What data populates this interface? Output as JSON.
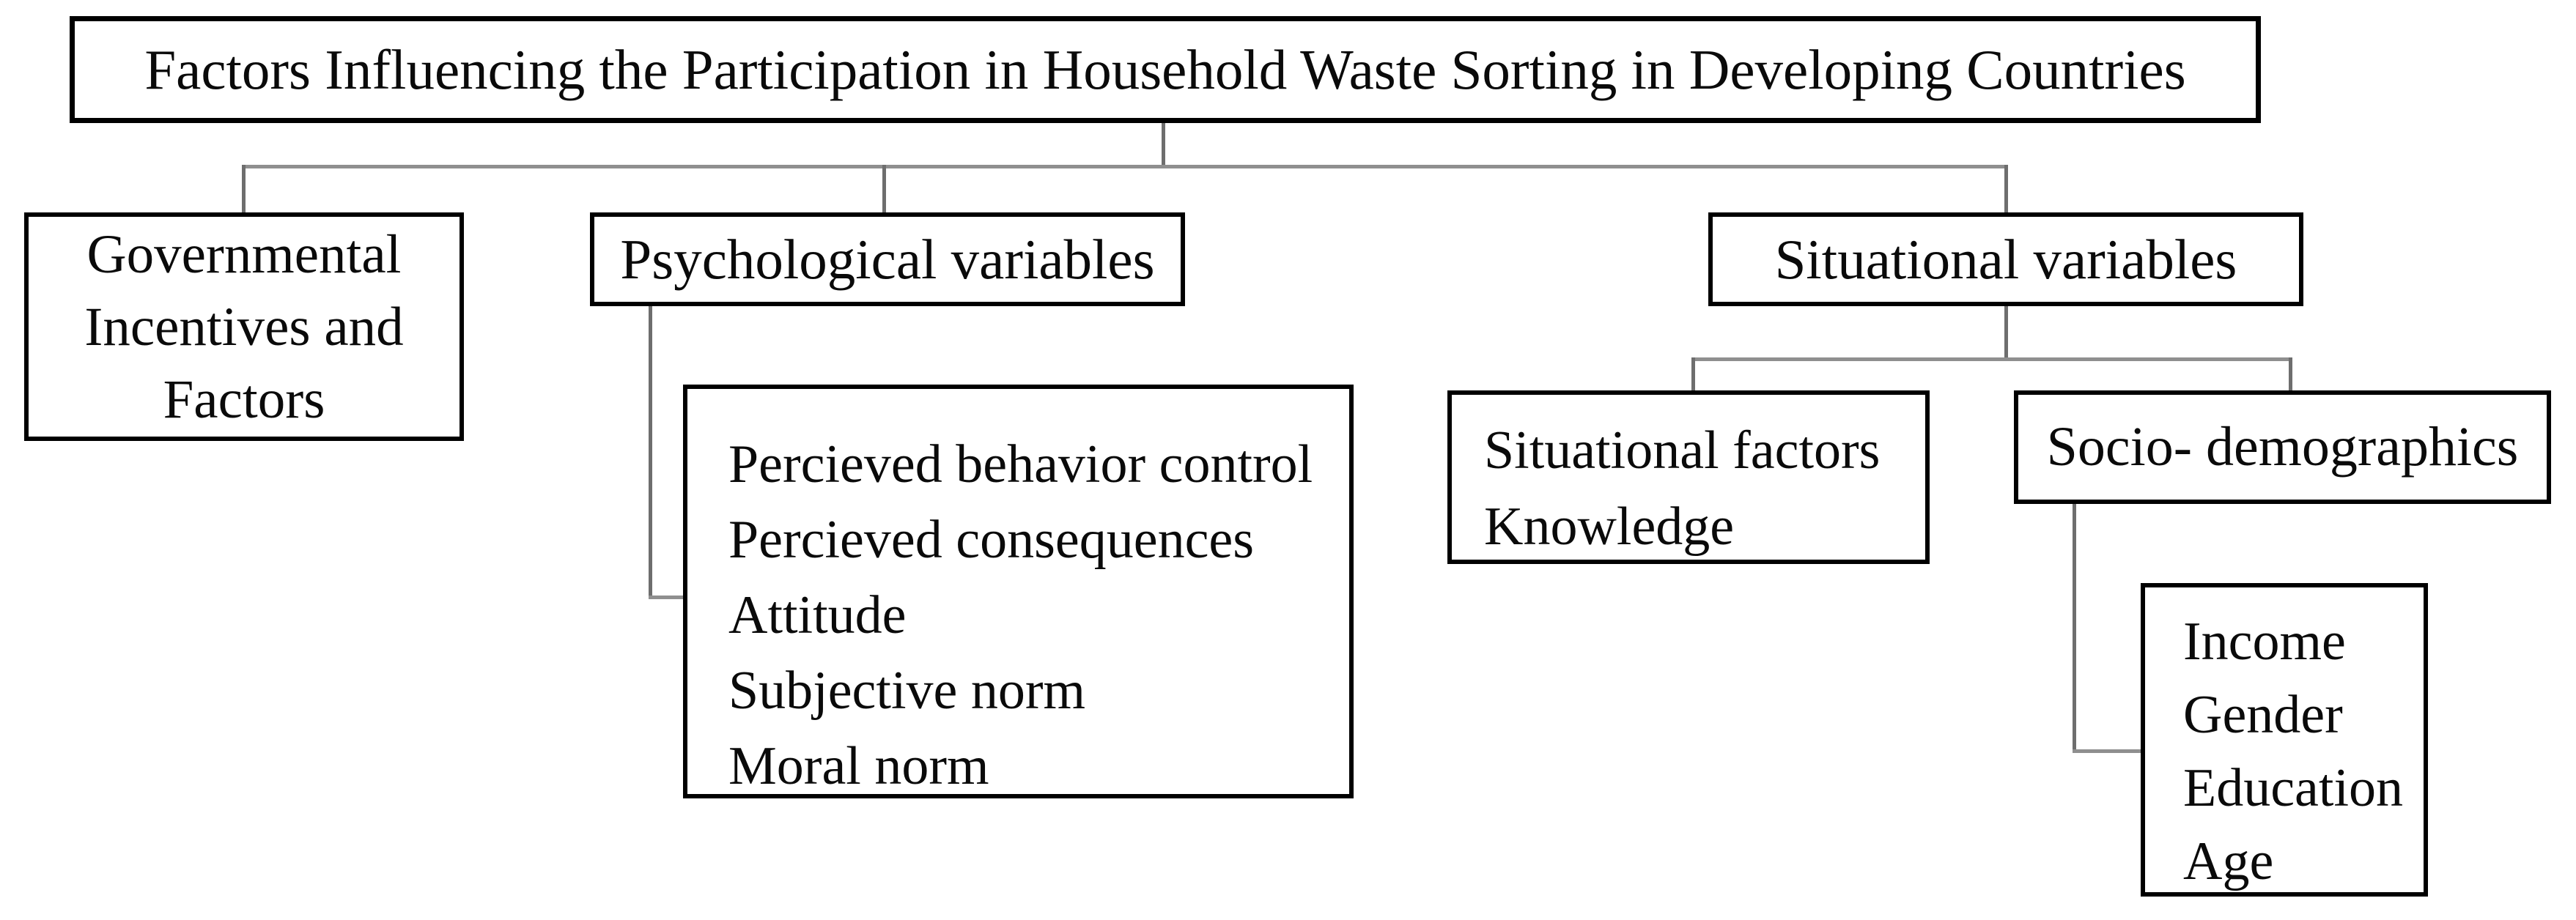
{
  "diagram": {
    "title": "Factors Influencing the Participation in Household Waste Sorting in Developing Countries",
    "nodes": {
      "governmental": {
        "lines": [
          "Governmental",
          "Incentives and",
          "Factors"
        ]
      },
      "psychological": {
        "label": "Psychological variables"
      },
      "psychological_detail": {
        "lines": [
          "Percieved behavior control",
          "Percieved consequences",
          "Attitude",
          "Subjective norm",
          "Moral norm"
        ]
      },
      "situational": {
        "label": "Situational variables"
      },
      "situational_factors": {
        "lines": [
          "Situational factors",
          "Knowledge"
        ]
      },
      "socio_demographics": {
        "label": "Socio- demographics"
      },
      "socio_detail": {
        "lines": [
          "Income",
          "Gender",
          "Education",
          "Age"
        ]
      }
    },
    "colors": {
      "border": "#000000",
      "connector_h": "#8f8f8f",
      "connector_v": "#6e6e6e",
      "background": "#ffffff",
      "text": "#0a0a0a"
    }
  }
}
